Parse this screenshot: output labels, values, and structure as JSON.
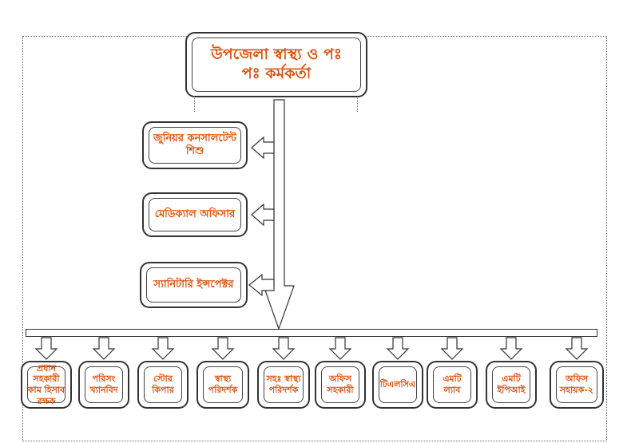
{
  "colors": {
    "text_accent": "#e0500a",
    "border": "#333333"
  },
  "top": {
    "line1": "উপজেলা স্বাস্থ্য ও পঃ",
    "line2": "পঃ কর্মকর্তা"
  },
  "side_units": [
    {
      "line1": "জুনিয়র কনসালটেন্ট",
      "line2": "শিশু"
    },
    {
      "line1": "মেডিক্যাল অফিসার",
      "line2": ""
    },
    {
      "line1": "স্যানিটারি ইন্সপেক্টর",
      "line2": ""
    }
  ],
  "bottom_units": [
    {
      "line1": "প্রধান সহকারী",
      "line2": "কাম হিসাব",
      "line3": "রক্ষক"
    },
    {
      "line1": "পরিসং",
      "line2": "খ্যানবিদ",
      "line3": ""
    },
    {
      "line1": "স্টোর",
      "line2": "কিপার",
      "line3": ""
    },
    {
      "line1": "স্বাস্থ্য",
      "line2": "পরিদর্শক",
      "line3": ""
    },
    {
      "line1": "সহঃ স্বাস্থ্য",
      "line2": "পরিদর্শক",
      "line3": ""
    },
    {
      "line1": "অফিস",
      "line2": "সহকারী",
      "line3": ""
    },
    {
      "line1": "টিএলসিএ",
      "line2": "",
      "line3": ""
    },
    {
      "line1": "এমটি",
      "line2": "ল্যাব",
      "line3": ""
    },
    {
      "line1": "এমটি",
      "line2": "ইপিআই",
      "line3": ""
    },
    {
      "line1": "অফিস",
      "line2": "সহায়ক-২",
      "line3": ""
    }
  ]
}
